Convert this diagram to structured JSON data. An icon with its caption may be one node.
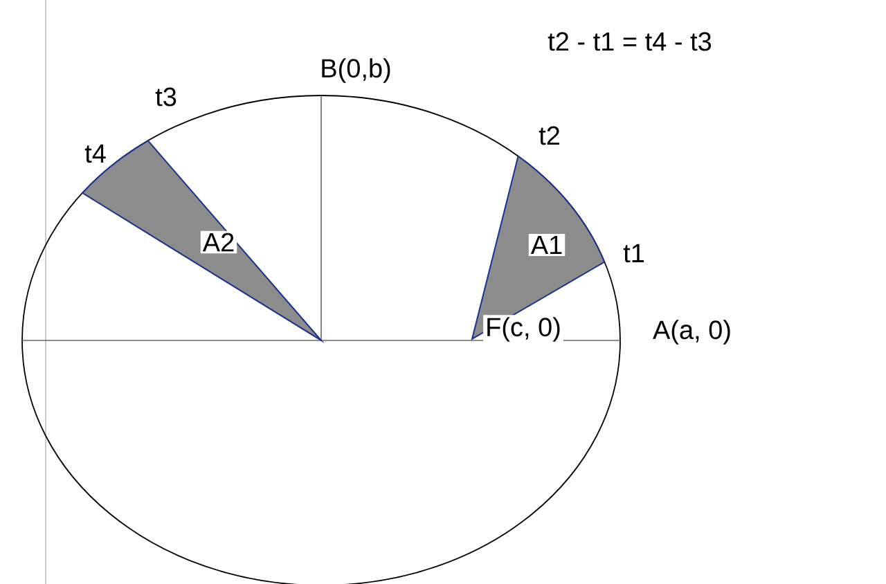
{
  "diagram": {
    "nodes": [
      {
        "text": [
          "A2"
        ]
      },
      {
        "text": [
          "A1"
        ]
      }
    ],
    "labels": [
      "t2 - t1 = t4 - t3",
      "B(0,b)",
      "t3",
      "t4",
      "t2",
      "t1",
      "F(c, 0)",
      "A(a, 0)"
    ]
  }
}
